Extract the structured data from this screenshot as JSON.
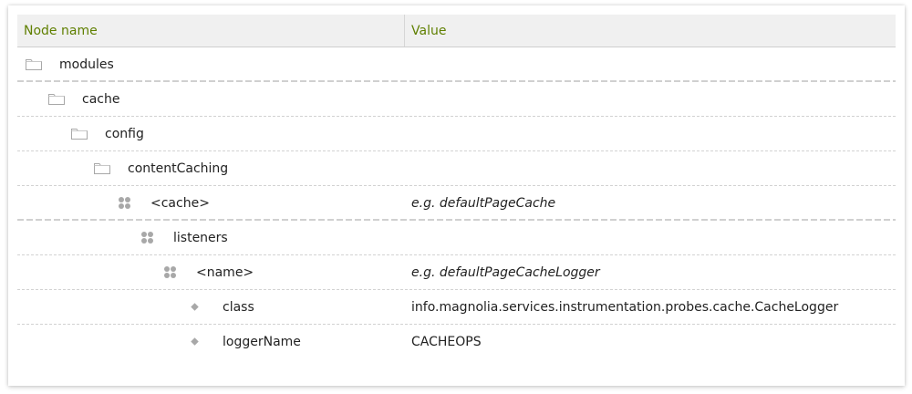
{
  "table": {
    "columns": {
      "name": "Node name",
      "value": "Value"
    },
    "rows": [
      {
        "name": "modules",
        "value": "",
        "icon": "folder-icon",
        "level": 0,
        "hint": false,
        "divider": "strong"
      },
      {
        "name": "cache",
        "value": "",
        "icon": "folder-icon",
        "level": 1,
        "hint": false,
        "divider": "fine"
      },
      {
        "name": "config",
        "value": "",
        "icon": "folder-icon",
        "level": 2,
        "hint": false,
        "divider": "fine"
      },
      {
        "name": "contentCaching",
        "value": "",
        "icon": "folder-icon",
        "level": 3,
        "hint": false,
        "divider": "fine"
      },
      {
        "name": "<cache>",
        "value": "e.g. defaultPageCache",
        "icon": "content-node-icon",
        "level": 4,
        "hint": true,
        "divider": "strong"
      },
      {
        "name": "listeners",
        "value": "",
        "icon": "content-node-icon",
        "level": 5,
        "hint": false,
        "divider": "fine"
      },
      {
        "name": "<name>",
        "value": "e.g. defaultPageCacheLogger",
        "icon": "content-node-icon",
        "level": 6,
        "hint": true,
        "divider": "fine"
      },
      {
        "name": "class",
        "value": "info.magnolia.services.instrumentation.probes.cache.CacheLogger",
        "icon": "property-icon",
        "level": 7,
        "hint": false,
        "divider": "fine"
      },
      {
        "name": "loggerName",
        "value": "CACHEOPS",
        "icon": "property-icon",
        "level": 7,
        "hint": false,
        "divider": "none"
      }
    ]
  },
  "colors": {
    "header_text": "#5f7f00",
    "header_bg": "#f0f0f0",
    "icon_gray": "#a8a8a8"
  }
}
